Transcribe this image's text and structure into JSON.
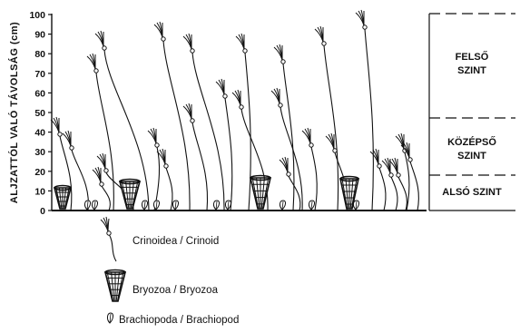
{
  "yaxis": {
    "label": "ALJZATTÓL VALÓ TÁVOLSÁG (cm)",
    "ticks": [
      0,
      10,
      20,
      30,
      40,
      50,
      60,
      70,
      80,
      90,
      100
    ]
  },
  "tiers": {
    "upper": {
      "label_line1": "FELSŐ",
      "label_line2": "SZINT"
    },
    "middle": {
      "label_line1": "KÖZÉPSŐ",
      "label_line2": "SZINT"
    },
    "lower": {
      "label": "ALSÓ  SZINT"
    }
  },
  "legend": {
    "crinoid": "Crinoidea / Crinoid",
    "bryozoa": "Bryozoa  / Bryozoa",
    "brachiopod": "Brachiopoda / Brachiopod"
  },
  "colors": {
    "ink": "#111111",
    "background": "#ffffff"
  },
  "icons": [
    "crinoid-icon",
    "bryozoa-icon",
    "brachiopod-icon"
  ]
}
